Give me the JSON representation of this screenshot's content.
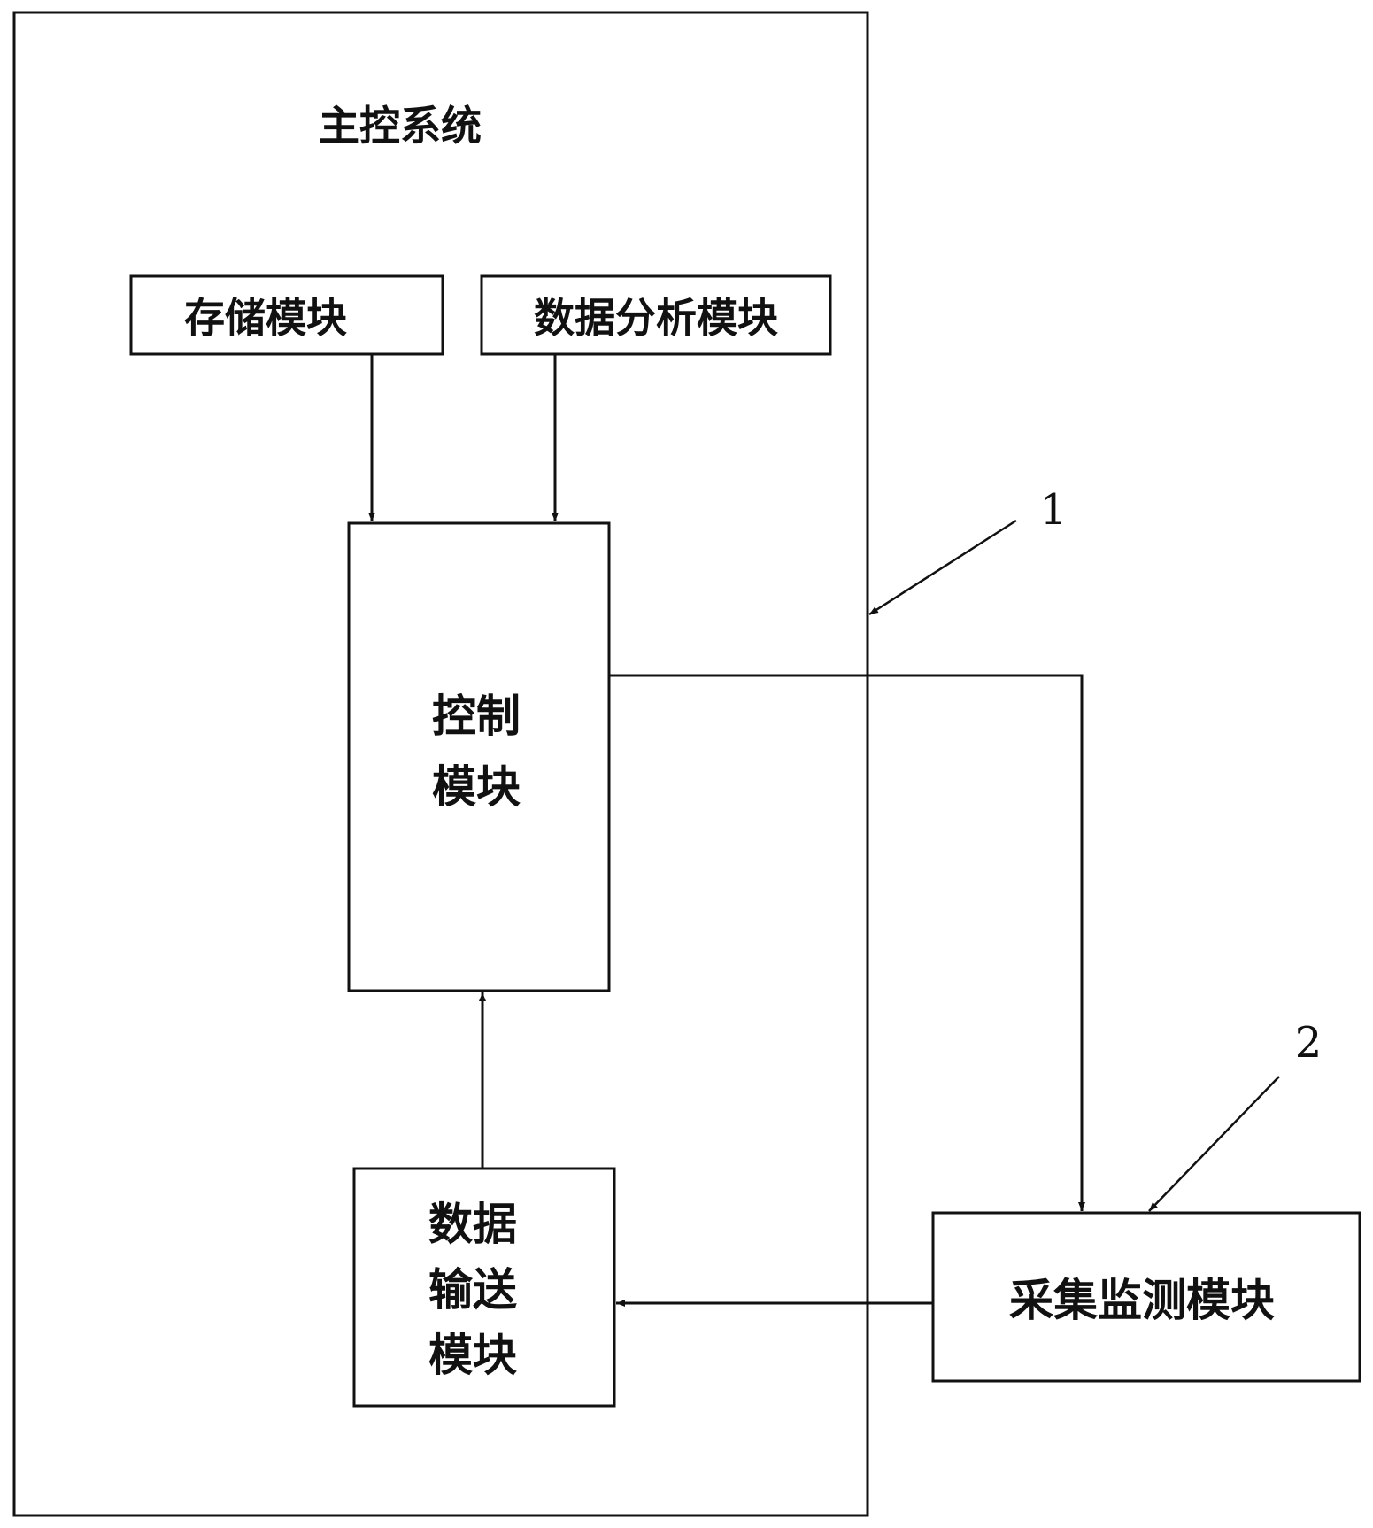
{
  "main_system": {
    "title": "主控系统"
  },
  "modules": {
    "storage": "存储模块",
    "data_analysis": "数据分析模块",
    "control": [
      "控制",
      "模块"
    ],
    "data_transmission": [
      "数据",
      "输送",
      "模块"
    ],
    "acquisition_monitoring": "采集监测模块"
  },
  "reference_numbers": {
    "main_system_ref": "1",
    "acquisition_ref": "2"
  }
}
